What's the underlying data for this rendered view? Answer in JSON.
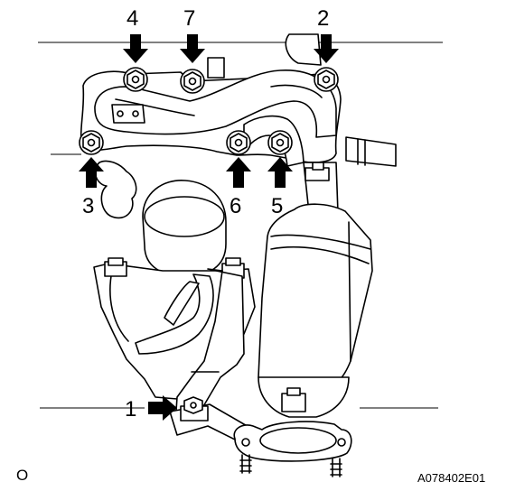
{
  "diagram": {
    "callouts": [
      "4",
      "7",
      "2",
      "3",
      "6",
      "5",
      "1"
    ],
    "corner_mark": "O",
    "figure_code": "A078402E01"
  }
}
